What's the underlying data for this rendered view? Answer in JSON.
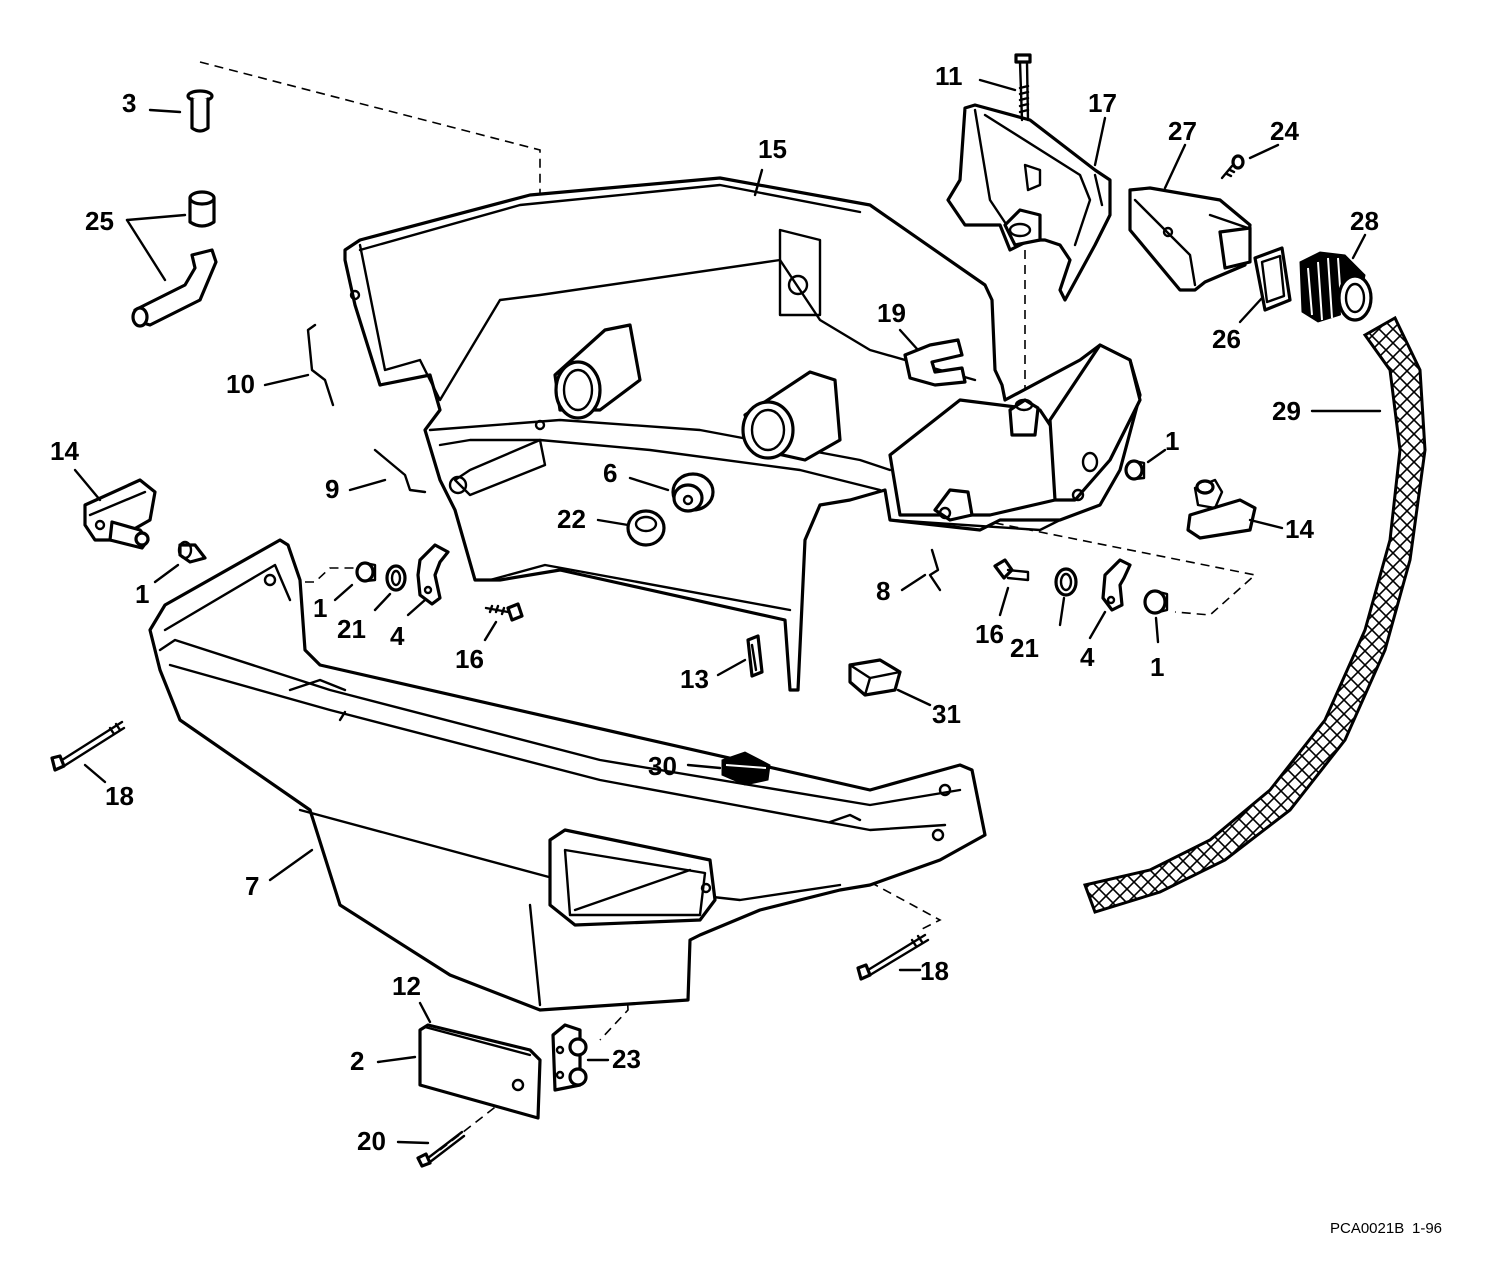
{
  "diagram": {
    "reference_code": "PCA0021B",
    "revision": "1-96",
    "callouts": [
      {
        "id": "c3",
        "label": "3"
      },
      {
        "id": "c25",
        "label": "25"
      },
      {
        "id": "c10",
        "label": "10"
      },
      {
        "id": "c9",
        "label": "9"
      },
      {
        "id": "c14a",
        "label": "14"
      },
      {
        "id": "c1a",
        "label": "1"
      },
      {
        "id": "c1b",
        "label": "1"
      },
      {
        "id": "c21a",
        "label": "21"
      },
      {
        "id": "c4a",
        "label": "4"
      },
      {
        "id": "c16a",
        "label": "16"
      },
      {
        "id": "c15",
        "label": "15"
      },
      {
        "id": "c6",
        "label": "6"
      },
      {
        "id": "c22",
        "label": "22"
      },
      {
        "id": "c11",
        "label": "11"
      },
      {
        "id": "c17",
        "label": "17"
      },
      {
        "id": "c27",
        "label": "27"
      },
      {
        "id": "c24",
        "label": "24"
      },
      {
        "id": "c28",
        "label": "28"
      },
      {
        "id": "c26",
        "label": "26"
      },
      {
        "id": "c19",
        "label": "19"
      },
      {
        "id": "c29",
        "label": "29"
      },
      {
        "id": "c1c",
        "label": "1"
      },
      {
        "id": "c14b",
        "label": "14"
      },
      {
        "id": "c8",
        "label": "8"
      },
      {
        "id": "c16b",
        "label": "16"
      },
      {
        "id": "c21b",
        "label": "21"
      },
      {
        "id": "c4b",
        "label": "4"
      },
      {
        "id": "c1d",
        "label": "1"
      },
      {
        "id": "c13",
        "label": "13"
      },
      {
        "id": "c31",
        "label": "31"
      },
      {
        "id": "c30",
        "label": "30"
      },
      {
        "id": "c18a",
        "label": "18"
      },
      {
        "id": "c7",
        "label": "7"
      },
      {
        "id": "c18b",
        "label": "18"
      },
      {
        "id": "c12",
        "label": "12"
      },
      {
        "id": "c2",
        "label": "2"
      },
      {
        "id": "c23",
        "label": "23"
      },
      {
        "id": "c20",
        "label": "20"
      }
    ]
  }
}
